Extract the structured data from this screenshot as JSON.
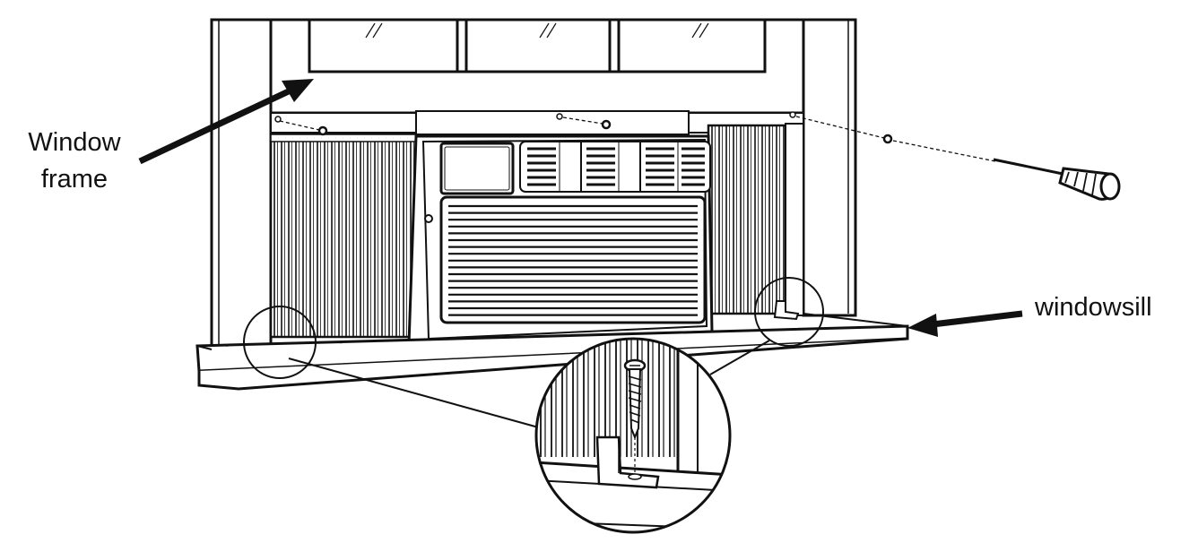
{
  "labels": {
    "window_frame_line1": "Window",
    "window_frame_line2": "frame",
    "windowsill": "windowsill"
  },
  "colors": {
    "ink": "#111111",
    "paper": "#ffffff",
    "hatch": "#333333"
  },
  "icons": {
    "tool": "screwdriver-icon",
    "fastener": "screw-icon"
  }
}
